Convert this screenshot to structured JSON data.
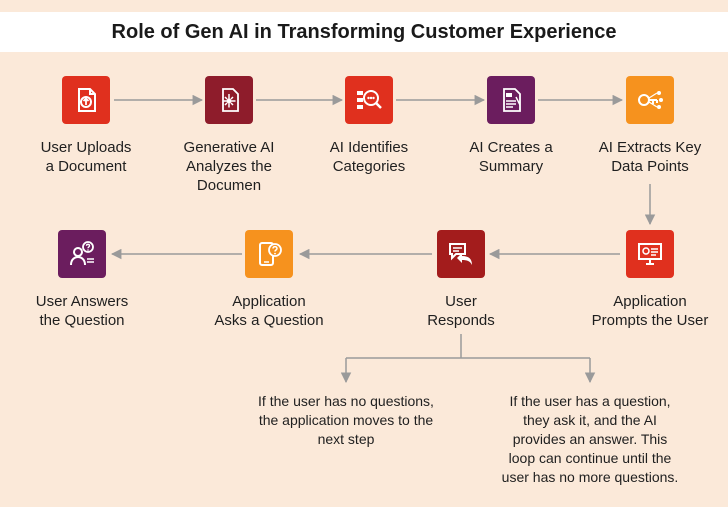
{
  "title": "Role of Gen AI in Transforming Customer Experience",
  "colors": {
    "background": "#fbe9d9",
    "arrow": "#9a9a9a",
    "red": "#e0301e",
    "maroon": "#8e1c2b",
    "orange": "#f6921e",
    "purple": "#6b1d5e",
    "dark_red": "#a31c1c"
  },
  "steps": [
    {
      "label": "User Uploads\na Document",
      "icon": "document-upload-icon",
      "color": "#e0301e"
    },
    {
      "label": "Generative AI\nAnalyzes the\nDocumen",
      "icon": "ai-document-icon",
      "color": "#8e1c2b"
    },
    {
      "label": "AI Identifies\nCategories",
      "icon": "magnifier-categories-icon",
      "color": "#e0301e"
    },
    {
      "label": "AI Creates a\nSummary",
      "icon": "ai-summary-icon",
      "color": "#6b1d5e"
    },
    {
      "label": "AI Extracts Key\nData Points",
      "icon": "key-data-points-icon",
      "color": "#f6921e"
    },
    {
      "label": "Application\nPrompts the User",
      "icon": "monitor-prompt-icon",
      "color": "#e0301e"
    },
    {
      "label": "User\nResponds",
      "icon": "chat-reply-icon",
      "color": "#a31c1c"
    },
    {
      "label": "Application\nAsks a Question",
      "icon": "phone-question-icon",
      "color": "#f6921e"
    },
    {
      "label": "User Answers\nthe Question",
      "icon": "user-question-icon",
      "color": "#6b1d5e"
    }
  ],
  "branches": [
    {
      "text": "If the user has no questions,\nthe application moves to the\nnext step"
    },
    {
      "text": "If the user has a question,\nthey ask it, and the AI\nprovides an answer. This\nloop can continue until the\nuser has no more questions."
    }
  ]
}
